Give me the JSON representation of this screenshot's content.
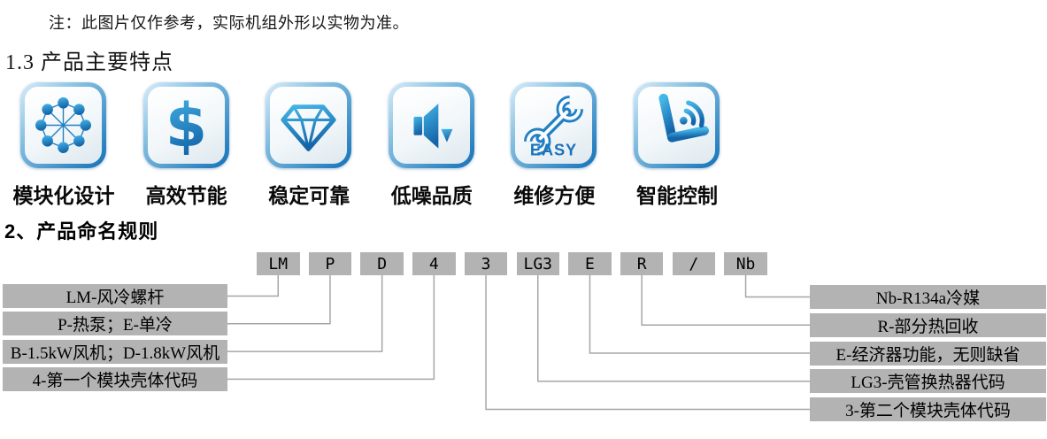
{
  "note": "注：此图片仅作参考，实际机组外形以实物为准。",
  "section1": {
    "title": "1.3 产品主要特点"
  },
  "features": [
    {
      "icon": "network-nodes-icon",
      "label": "模块化设计"
    },
    {
      "icon": "dollar-icon",
      "label": "高效节能",
      "icon_text": "$"
    },
    {
      "icon": "diamond-icon",
      "label": "稳定可靠"
    },
    {
      "icon": "speaker-volume-down-icon",
      "label": "低噪品质"
    },
    {
      "icon": "wrench-icon",
      "label": "维修方便",
      "icon_text": "EASY"
    },
    {
      "icon": "laptop-wifi-icon",
      "label": "智能控制"
    }
  ],
  "section2": {
    "title": "2、产品命名规则"
  },
  "naming": {
    "codes": [
      "LM",
      "P",
      "D",
      "4",
      "3",
      "LG3",
      "E",
      "R",
      "/",
      "Nb"
    ],
    "left_labels": [
      "LM-风冷螺杆",
      "P-热泵；E-单冷",
      "B-1.5kW风机；D-1.8kW风机",
      "4-第一个模块壳体代码"
    ],
    "right_labels": [
      "Nb-R134a冷媒",
      "R-部分热回收",
      "E-经济器功能，无则缺省",
      "LG3-壳管换热器代码",
      "3-第二个模块壳体代码"
    ],
    "connections": [
      {
        "code_index": 0,
        "side": "left",
        "label_index": 0
      },
      {
        "code_index": 1,
        "side": "left",
        "label_index": 1
      },
      {
        "code_index": 2,
        "side": "left",
        "label_index": 2
      },
      {
        "code_index": 3,
        "side": "left",
        "label_index": 3
      },
      {
        "code_index": 9,
        "side": "right",
        "label_index": 0
      },
      {
        "code_index": 7,
        "side": "right",
        "label_index": 1
      },
      {
        "code_index": 6,
        "side": "right",
        "label_index": 2
      },
      {
        "code_index": 5,
        "side": "right",
        "label_index": 3
      },
      {
        "code_index": 4,
        "side": "right",
        "label_index": 4
      }
    ],
    "colors": {
      "box_bg": "#b3b3b3",
      "connector": "#a6a6a6"
    }
  },
  "colors": {
    "icon_blue_light": "#45b6e8",
    "icon_blue_dark": "#1464a8",
    "icon_stroke_blue": "#2180c4",
    "tile_border_blue": "#1272b9",
    "easy_text_blue": "#1a73ba"
  }
}
